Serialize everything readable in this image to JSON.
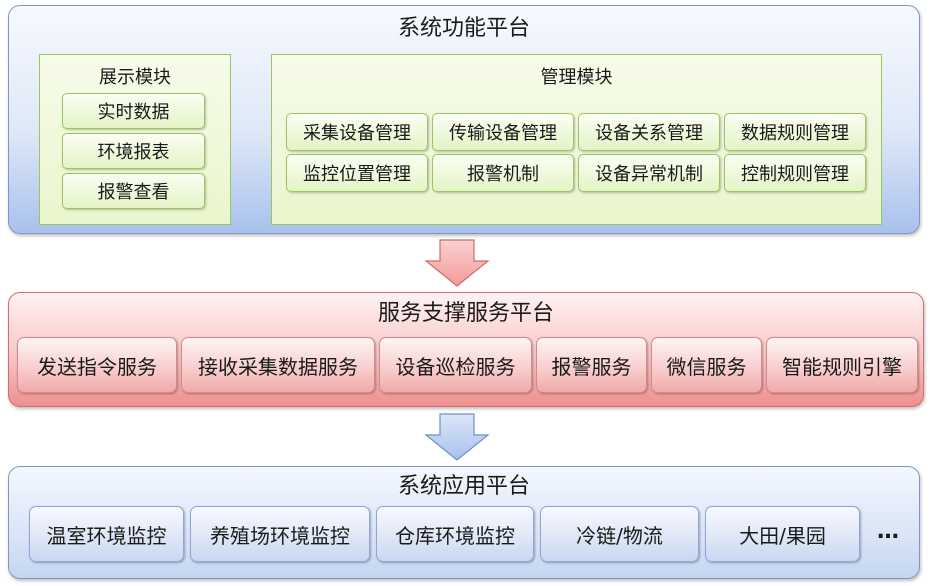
{
  "system_platform": {
    "title": "系统功能平台",
    "display_module": {
      "title": "展示模块",
      "items": [
        "实时数据",
        "环境报表",
        "报警查看"
      ]
    },
    "management_module": {
      "title": "管理模块",
      "items": [
        "采集设备管理",
        "传输设备管理",
        "设备关系管理",
        "数据规则管理",
        "监控位置管理",
        "报警机制",
        "设备异常机制",
        "控制规则管理"
      ]
    }
  },
  "service_platform": {
    "title": "服务支撑服务平台",
    "items": [
      "发送指令服务",
      "接收采集数据服务",
      "设备巡检服务",
      "报警服务",
      "微信服务",
      "智能规则引擎"
    ]
  },
  "application_platform": {
    "title": "系统应用平台",
    "items": [
      "温室环境监控",
      "养殖场环境监控",
      "仓库环境监控",
      "冷链/物流",
      "大田/果园"
    ],
    "ellipsis": "…"
  },
  "colors": {
    "down_arrow_top": "#f5a6a6",
    "down_arrow_bottom": "#b9cdf2"
  }
}
